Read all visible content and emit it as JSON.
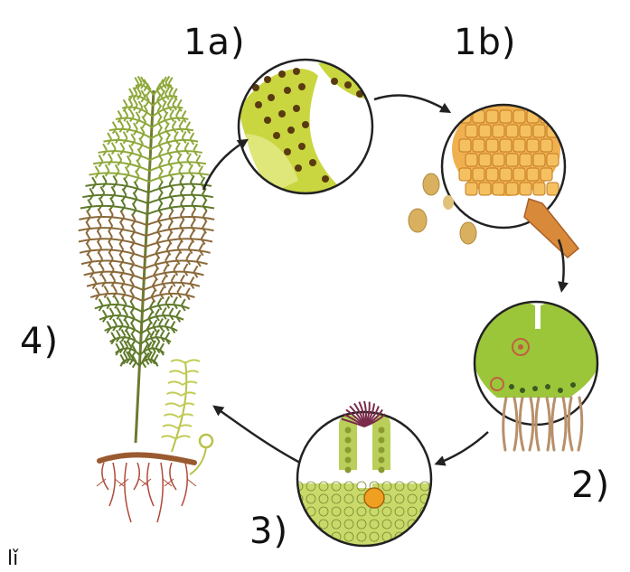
{
  "diagram": {
    "labels": {
      "stage_1a": "1a)",
      "stage_1b": "1b)",
      "stage_2": "2)",
      "stage_3": "3)",
      "stage_4": "4)"
    },
    "corner_mark": "lǐ",
    "colors": {
      "leaf_green": "#8ea83a",
      "frond_dark": "#5f7a2a",
      "frond_brown": "#8a6a3a",
      "sorus_green": "#c8d84a",
      "sorus_dot": "#5a3a10",
      "sporangium_orange": "#e8a040",
      "spore": "#d9b060",
      "prothallus_green": "#9cc63a",
      "root_red": "#b04a3a",
      "cell_green": "#c9d96a",
      "arrow": "#222222"
    },
    "icons": [
      "fern-plant",
      "sori-closeup",
      "sporangium",
      "prothallus",
      "archegonium"
    ]
  }
}
